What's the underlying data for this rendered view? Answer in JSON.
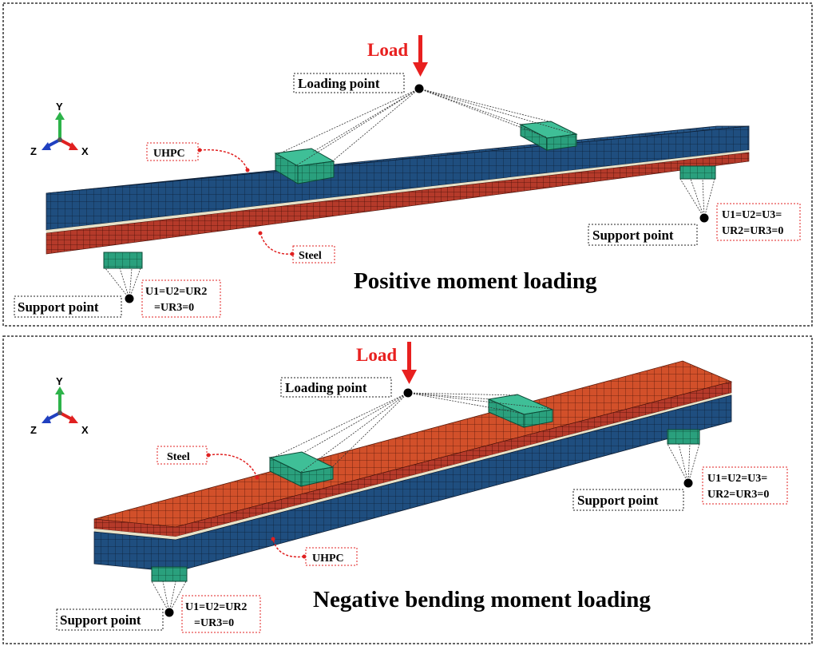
{
  "top": {
    "load": "Load",
    "loading_point": "Loading point",
    "uhpc": "UHPC",
    "steel": "Steel",
    "support_left": "Support point",
    "support_right": "Support point",
    "bc_left_1": "U1=U2=UR2",
    "bc_left_2": "=UR3=0",
    "bc_right_1": "U1=U2=U3=",
    "bc_right_2": "UR2=UR3=0",
    "title": "Positive moment loading"
  },
  "bottom": {
    "load": "Load",
    "loading_point": "Loading point",
    "uhpc": "UHPC",
    "steel": "Steel",
    "support_left": "Support point",
    "support_right": "Support point",
    "bc_left_1": "U1=U2=UR2",
    "bc_left_2": "=UR3=0",
    "bc_right_1": "U1=U2=U3=",
    "bc_right_2": "UR2=UR3=0",
    "title": "Negative bending moment loading"
  },
  "axes": {
    "y": "Y",
    "z": "Z",
    "x": "X"
  },
  "colors": {
    "uhpc_blue": "#1f4e7f",
    "steel_red": "#d2502a",
    "loading_block_green": "#2aa07d",
    "load_arrow": "#e8201f",
    "axis_y": "#2db34a",
    "axis_x": "#e02020",
    "axis_z": "#2040c0"
  }
}
